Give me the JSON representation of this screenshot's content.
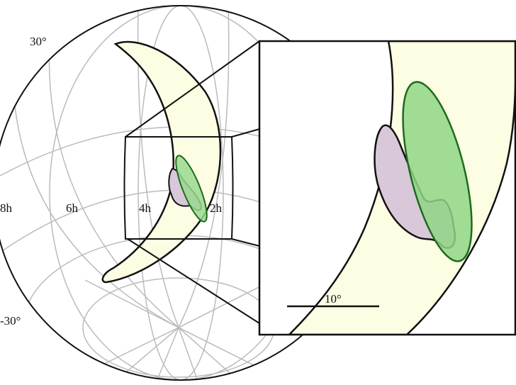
{
  "labels": {
    "dec_north": "30°",
    "dec_south": "-30°",
    "ra_8h": "8h",
    "ra_6h": "6h",
    "ra_4h": "4h",
    "ra_2h": "2h",
    "scale_bar": "10°"
  },
  "colors": {
    "band_fill": "#fdfde3",
    "green_region": "#9ad88f",
    "green_outline": "#1d6b1d",
    "purple_region": "#d9c8da",
    "grid": "#bbbbbb"
  }
}
